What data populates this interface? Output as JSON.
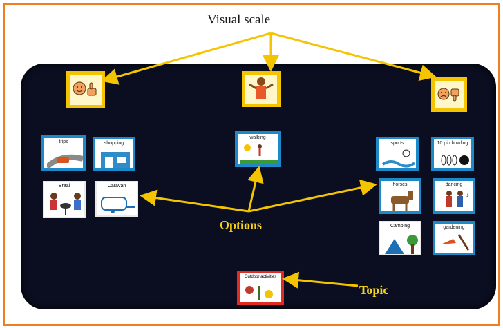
{
  "title": "Visual scale",
  "labels": {
    "options": "Options",
    "topic": "Topic"
  },
  "cards": {
    "trips": "trips",
    "shopping": "shopping",
    "braai": "Braai",
    "caravan": "Caravan",
    "walking": "walking",
    "sports": "sports",
    "bowling": "10 pin bowling",
    "horses": "horses",
    "dancing": "dancing",
    "camping": "Camping",
    "gardening": "gardening",
    "outdoor": "Outdoor activities"
  },
  "colors": {
    "frame": "#f07d1f",
    "board": "#0a0e20",
    "arrow": "#f5c400",
    "card_border": "#1d89c9",
    "topic_border": "#e02b23"
  }
}
